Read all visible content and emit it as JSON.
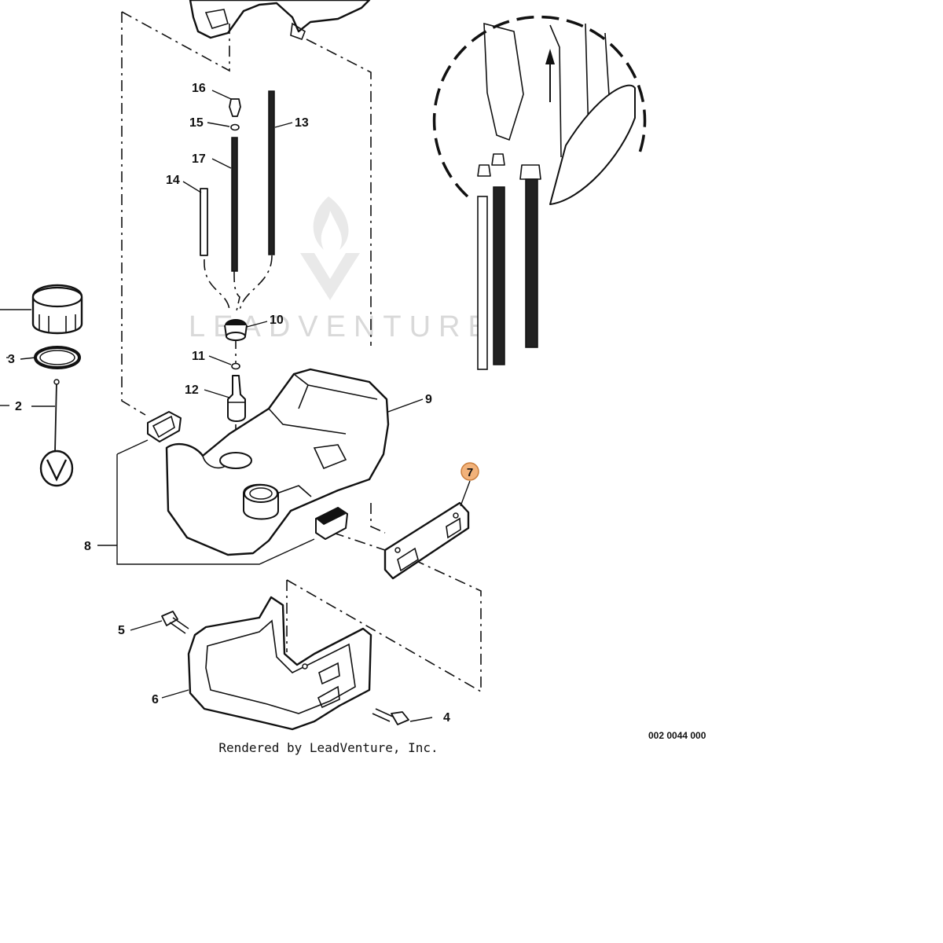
{
  "diagram": {
    "part_number": "002 0044 000",
    "credit": "Rendered by LeadVenture, Inc.",
    "watermark_text": "LEADVENTURE",
    "highlight_color": "#f2b27a",
    "callouts": {
      "c2": "2",
      "c3": "3",
      "c4": "4",
      "c5": "5",
      "c6": "6",
      "c7": "7",
      "c8": "8",
      "c9": "9",
      "c10": "10",
      "c11": "11",
      "c12": "12",
      "c13": "13",
      "c14": "14",
      "c15": "15",
      "c16": "16",
      "c17": "17"
    }
  }
}
